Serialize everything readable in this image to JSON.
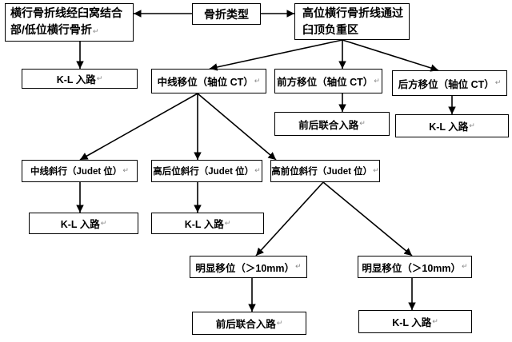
{
  "para_mark": "↵",
  "diagram": {
    "root": "骨折类型",
    "transverse_low": {
      "lines": [
        "横行骨折线经臼窝结合",
        "部/低位横行骨折"
      ]
    },
    "transverse_high": {
      "lines": [
        "高位横行骨折线通过",
        "臼顶负重区"
      ]
    },
    "kl_low": "K-L 入路",
    "midline_shift": "中线移位（轴位 CT）",
    "anterior_shift": "前方移位（轴位 CT）",
    "posterior_shift": "后方移位（轴位 CT）",
    "anterior_shift_approach": "前后联合入路",
    "posterior_shift_approach": "K-L 入路",
    "midline_oblique": "中线斜行（Judet 位）",
    "high_posterior_oblique": "高后位斜行（Judet 位）",
    "high_anterior_oblique": "高前位斜行（Judet 位）",
    "midline_oblique_approach": "K-L 入路",
    "high_posterior_oblique_approach": "K-L 入路",
    "marked_displacement_a": "明显移位（＞10mm）",
    "marked_displacement_b": "明显移位（＞10mm）",
    "displacement_a_approach": "前后联合入路",
    "displacement_b_approach": "K-L 入路"
  }
}
